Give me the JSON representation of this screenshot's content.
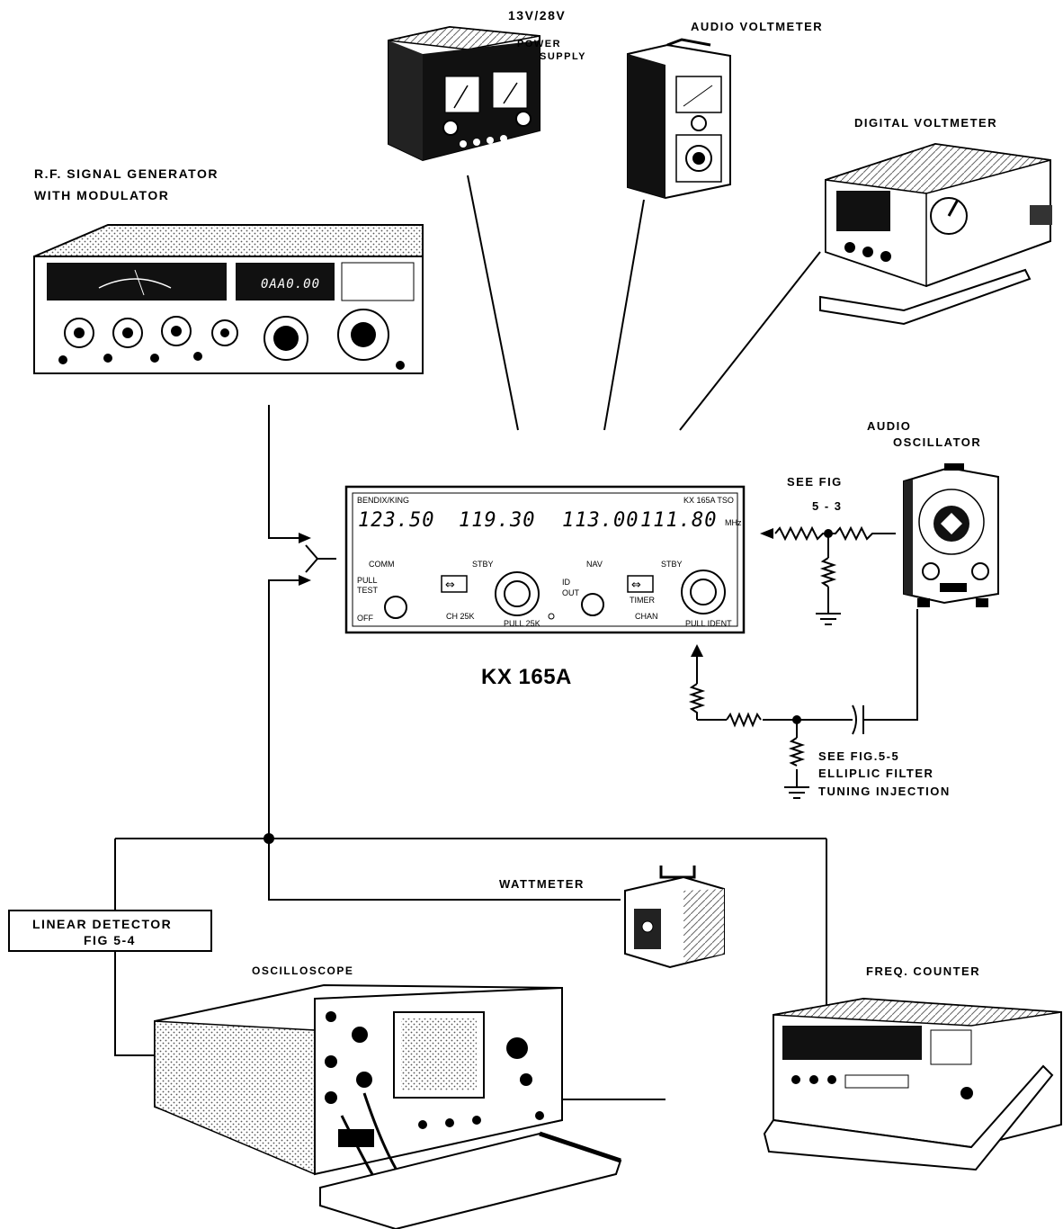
{
  "equipment": {
    "power_supply": {
      "line1": "13V/28V",
      "line2": "POWER",
      "line3": "SUPPLY"
    },
    "audio_voltmeter": "AUDIO VOLTMETER",
    "digital_voltmeter": "DIGITAL VOLTMETER",
    "rf_generator": {
      "line1": "R.F. SIGNAL GENERATOR",
      "line2": "WITH MODULATOR",
      "display": "0AA0.00"
    },
    "audio_oscillator": {
      "line1": "AUDIO",
      "line2": "OSCILLATOR"
    },
    "unit_under_test": {
      "name": "KX 165A",
      "brand": "BENDIX/KING",
      "model": "KX 165A TSO",
      "com_active": "123.50",
      "com_standby": "119.30",
      "nav_active": "113.00",
      "nav_standby": "111.80",
      "com_label": "COMM",
      "nav_label": "NAV",
      "stby_label_left": "STBY",
      "stby_label_right": "STBY",
      "pull_test_line1": "PULL",
      "pull_test_line2": "TEST",
      "off_label": "OFF",
      "pull_label_left": "PULL 25K",
      "pull_label_right": "PULL IDENT",
      "chan_label": "CHAN",
      "timer_label": "TIMER",
      "id_label": "ID",
      "out_label": "OUT",
      "ch_label": "CH 25K",
      "mhz_label": "MHz"
    },
    "wattmeter": "WATTMETER",
    "linear_detector": {
      "line1": "LINEAR DETECTOR",
      "line2": "FIG 5-4"
    },
    "oscilloscope": "OSCILLOSCOPE",
    "freq_counter": "FREQ. COUNTER"
  },
  "notes": {
    "see_fig_5_3": {
      "line1": "SEE FIG",
      "line2": "5 - 3"
    },
    "see_fig_5_5": {
      "line1": "SEE FIG.5-5",
      "line2": "ELLIPLIC FILTER",
      "line3": "TUNING INJECTION"
    }
  }
}
